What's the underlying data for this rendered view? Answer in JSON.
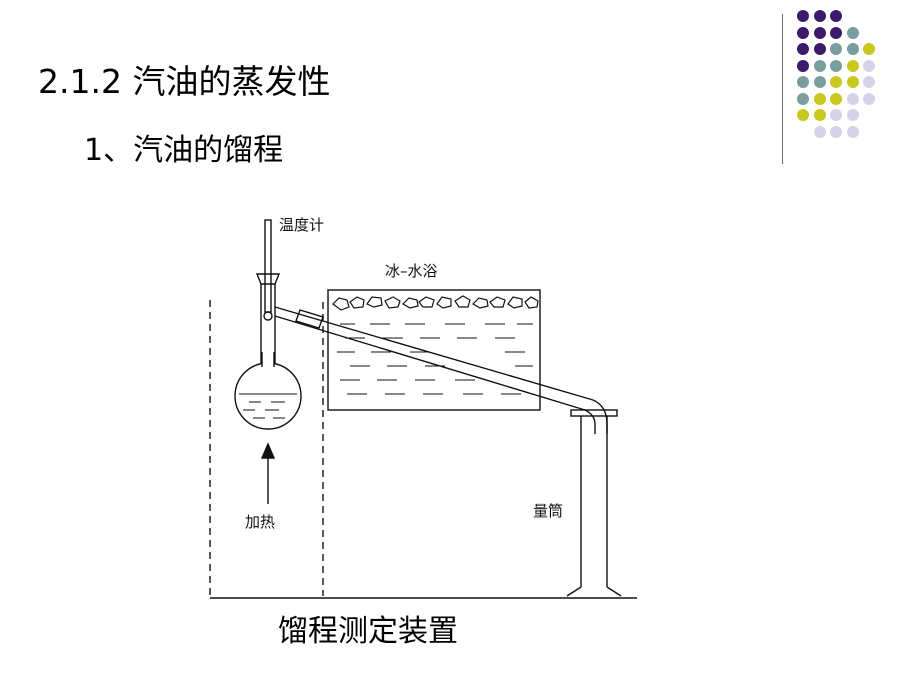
{
  "slide": {
    "title": "2.1.2 汽油的蒸发性",
    "subtitle": "1、汽油的馏程",
    "caption": "馏程测定装置"
  },
  "figure": {
    "labels": {
      "thermometer": "温度计",
      "ice_bath": "冰–水浴",
      "heating": "加热",
      "cylinder": "量筒"
    }
  },
  "decoration": {
    "dot_colors": {
      "purple": "#3d1b6b",
      "teal": "#7a9e9f",
      "yellow": "#c8c81e",
      "lavender": "#d6d2ea"
    }
  }
}
